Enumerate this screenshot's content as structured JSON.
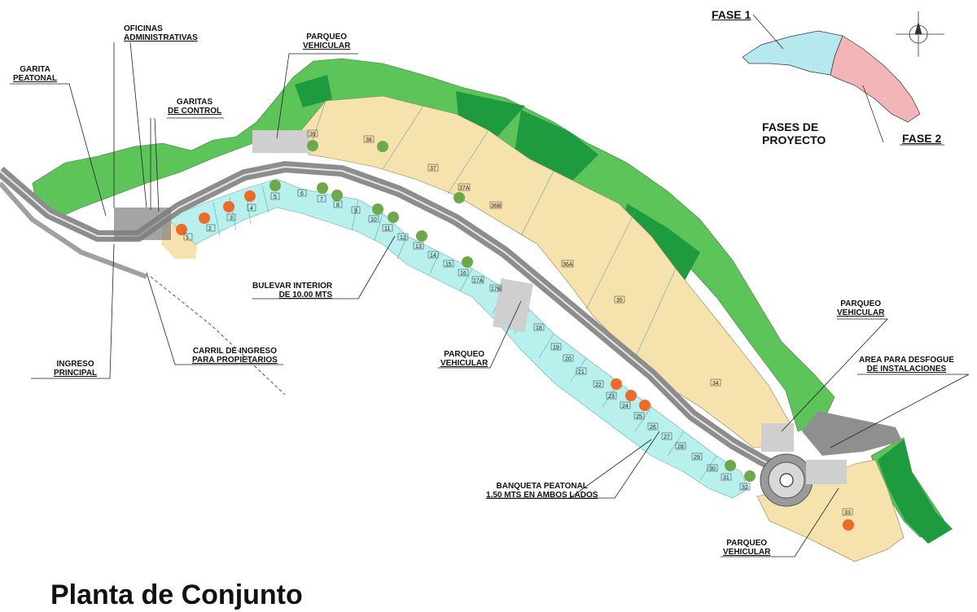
{
  "title": "Planta de Conjunto",
  "colors": {
    "green_light": "#5dc45a",
    "green_dark": "#1f9b3f",
    "lot_beige": "#f6e2ac",
    "lot_cyan": "#b8f0ee",
    "road_gray": "#9a9a9a",
    "tree_green": "#6fa84a",
    "tree_orange": "#ee6a2a",
    "phase1": "#b6e9ef",
    "phase2": "#f2b6b8"
  },
  "labels": {
    "oficinas": [
      "OFICINAS",
      "ADMINISTRATIVAS"
    ],
    "parqueo_top": [
      "PARQUEO",
      "VEHICULAR"
    ],
    "garita_peatonal": [
      "GARITA",
      "PEATONAL"
    ],
    "garitas_control": [
      "GARITAS",
      "DE CONTROL"
    ],
    "bulevar": [
      "BULEVAR INTERIOR",
      "DE 10.00 MTS"
    ],
    "carril": [
      "CARRIL DE INGRESO",
      "PARA PROPIETARIOS"
    ],
    "ingreso": [
      "INGRESO",
      "PRINCIPAL"
    ],
    "parqueo_mid": [
      "PARQUEO",
      "VEHICULAR"
    ],
    "parqueo_right": [
      "PARQUEO",
      "VEHICULAR"
    ],
    "area_desfogue": [
      "AREA PARA DESFOGUE",
      "DE INSTALACIONES"
    ],
    "banqueta": [
      "BANQUETA PEATONAL",
      "1.50 MTS EN AMBOS LADOS"
    ],
    "parqueo_bottom": [
      "PARQUEO",
      "VEHICULAR"
    ],
    "fase1": "FASE 1",
    "fase2": "FASE 2",
    "fases_proyecto": [
      "FASES DE",
      "PROYECTO"
    ]
  },
  "lots": [
    "1",
    "2",
    "3",
    "4",
    "5",
    "6",
    "7",
    "8",
    "9",
    "10",
    "11",
    "12",
    "13",
    "14",
    "15",
    "16",
    "17A",
    "17B",
    "18",
    "19",
    "20",
    "21",
    "22",
    "23",
    "24",
    "25",
    "26",
    "27",
    "28",
    "29",
    "30",
    "31",
    "32",
    "33",
    "34",
    "35",
    "36A",
    "36B",
    "37",
    "37A",
    "38",
    "39"
  ]
}
